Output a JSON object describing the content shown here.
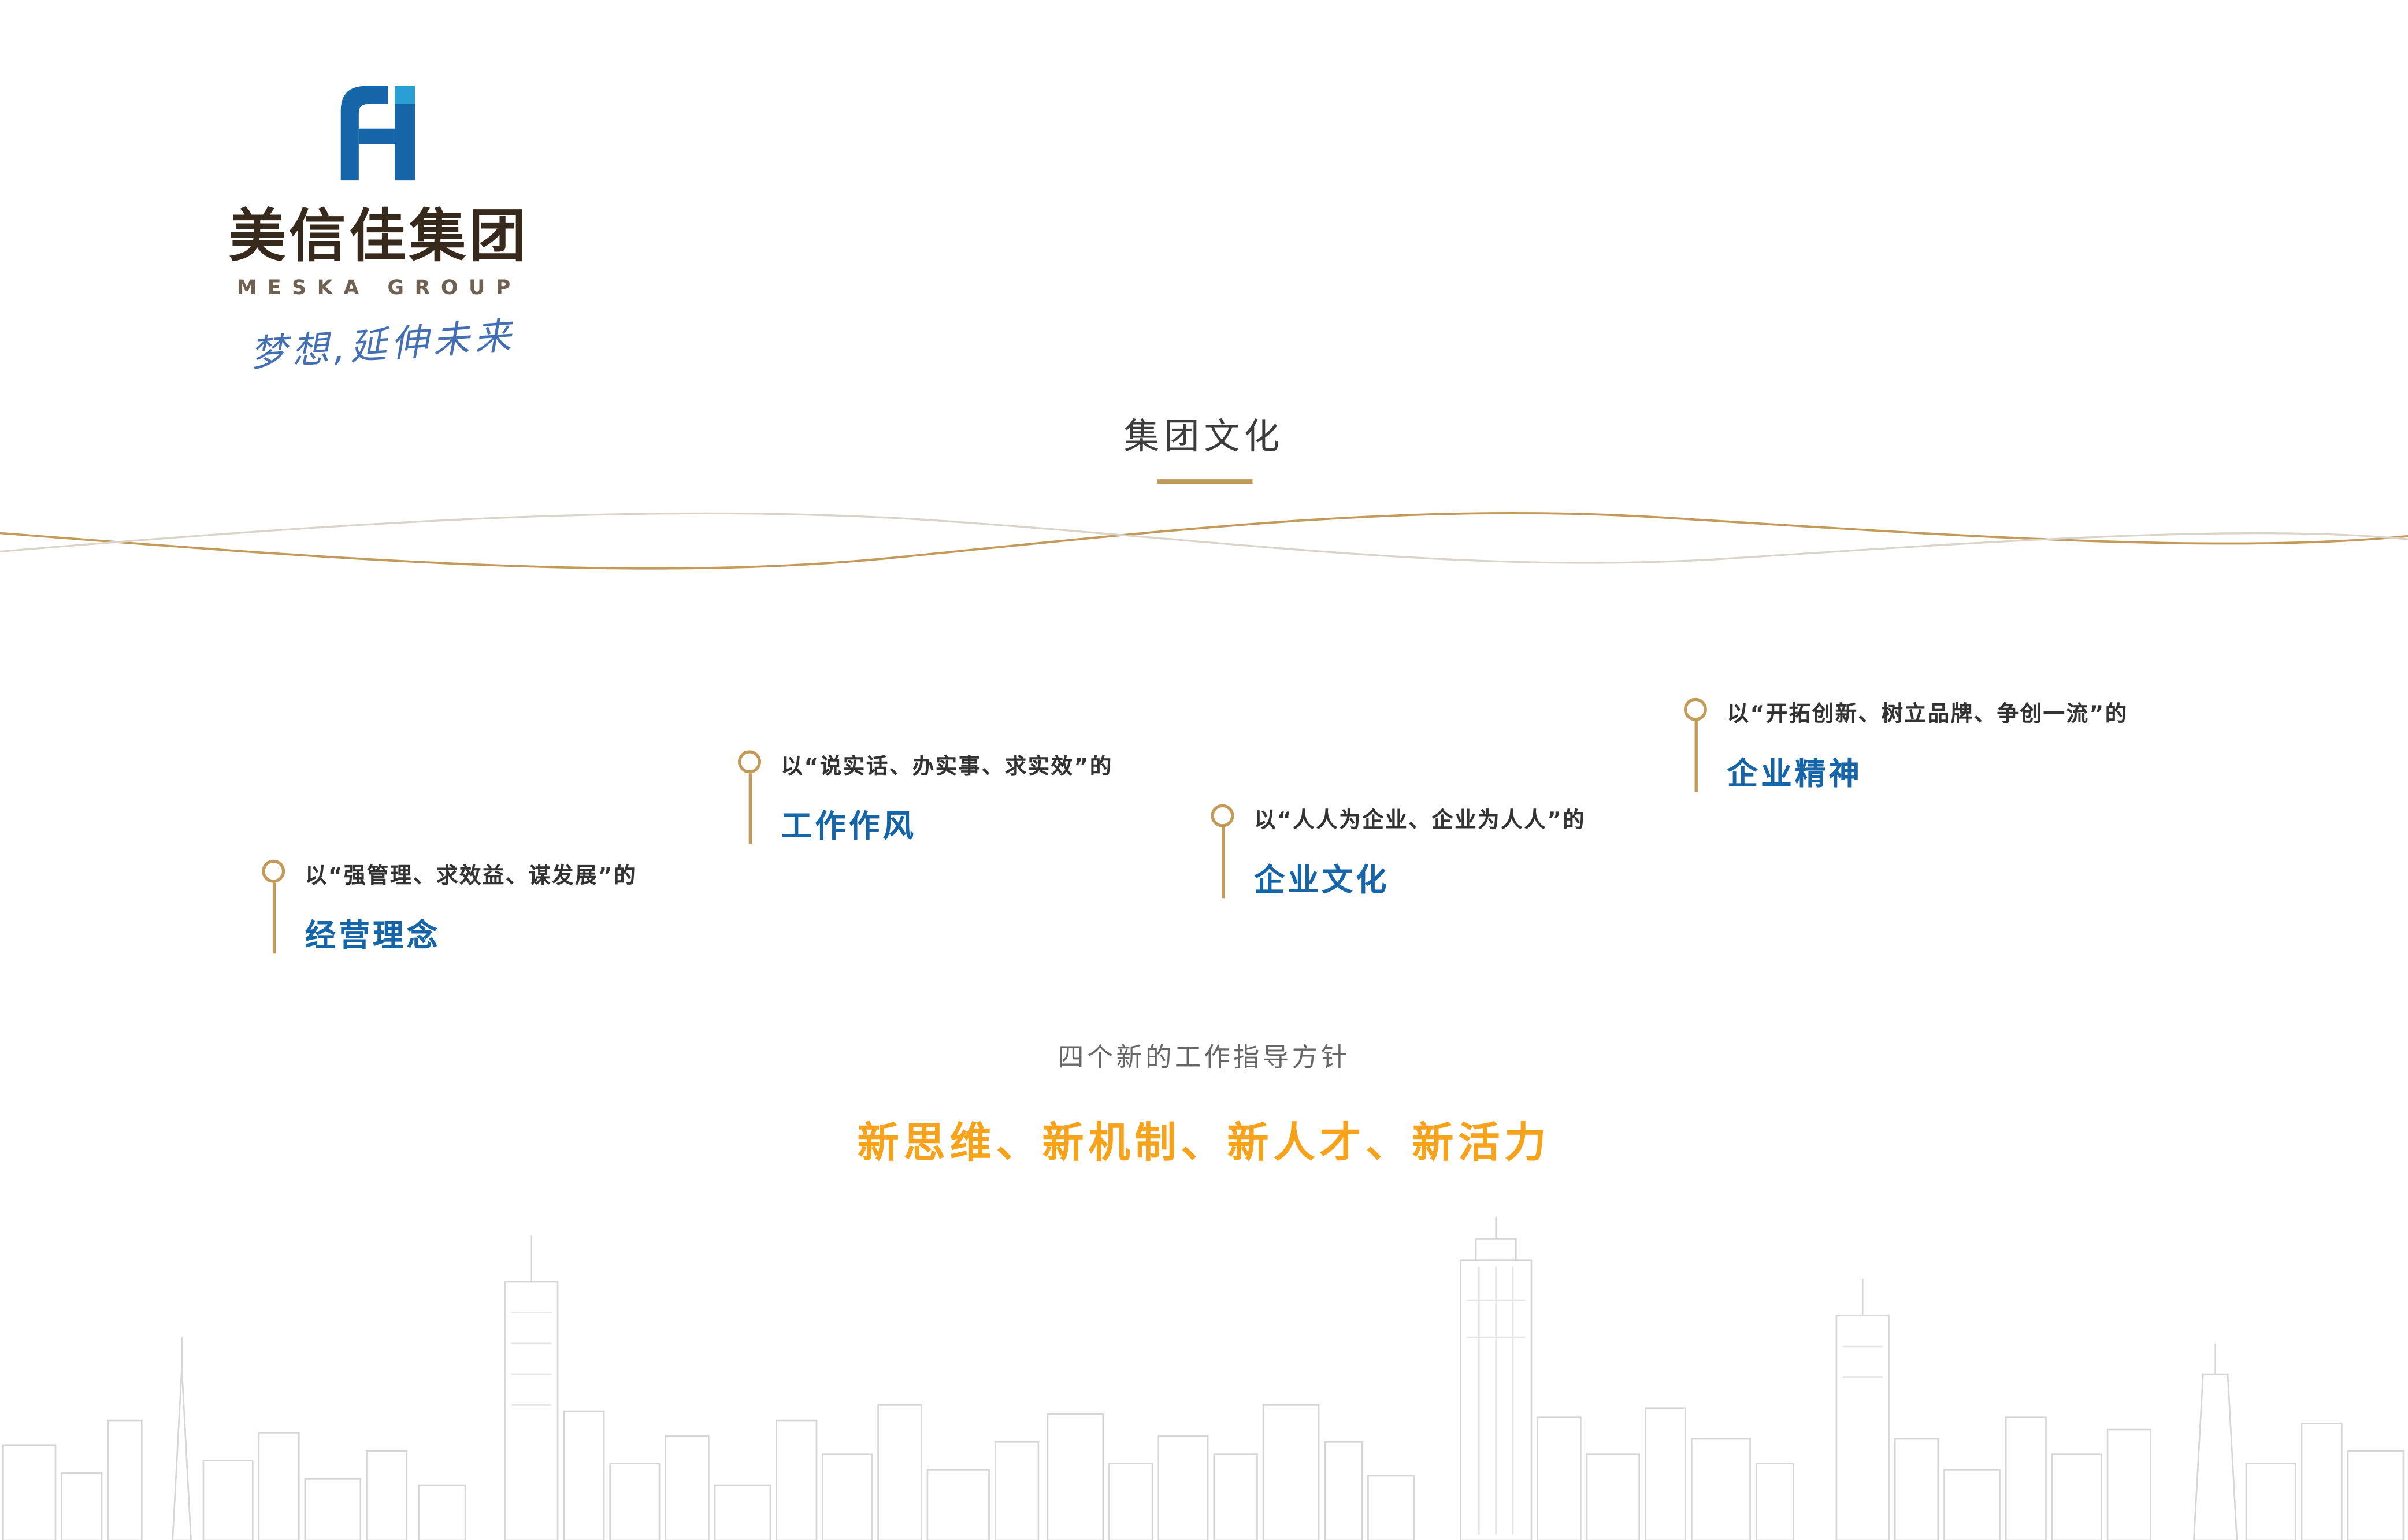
{
  "brand": {
    "name_cn": "美信佳集团",
    "name_en": "MESKA GROUP",
    "slogan": "梦想,延伸未来"
  },
  "section": {
    "title": "集团文化"
  },
  "culture_items": [
    {
      "prefix": "以“强管理、求效益、谋发展”的",
      "title": "经营理念"
    },
    {
      "prefix": "以“说实话、办实事、求实效”的",
      "title": "工作作风"
    },
    {
      "prefix": "以“人人为企业、企业为人人”的",
      "title": "企业文化"
    },
    {
      "prefix": "以“开拓创新、树立品牌、争创一流”的",
      "title": "企业精神"
    }
  ],
  "guideline": {
    "label": "四个新的工作指导方针",
    "value": "新思维、新机制、新人才、新活力"
  },
  "colors": {
    "accent_gold": "#c49a58",
    "brand_blue": "#1565a8",
    "highlight_orange": "#f7a21b",
    "text_dark": "#333333",
    "text_gray": "#666666"
  }
}
